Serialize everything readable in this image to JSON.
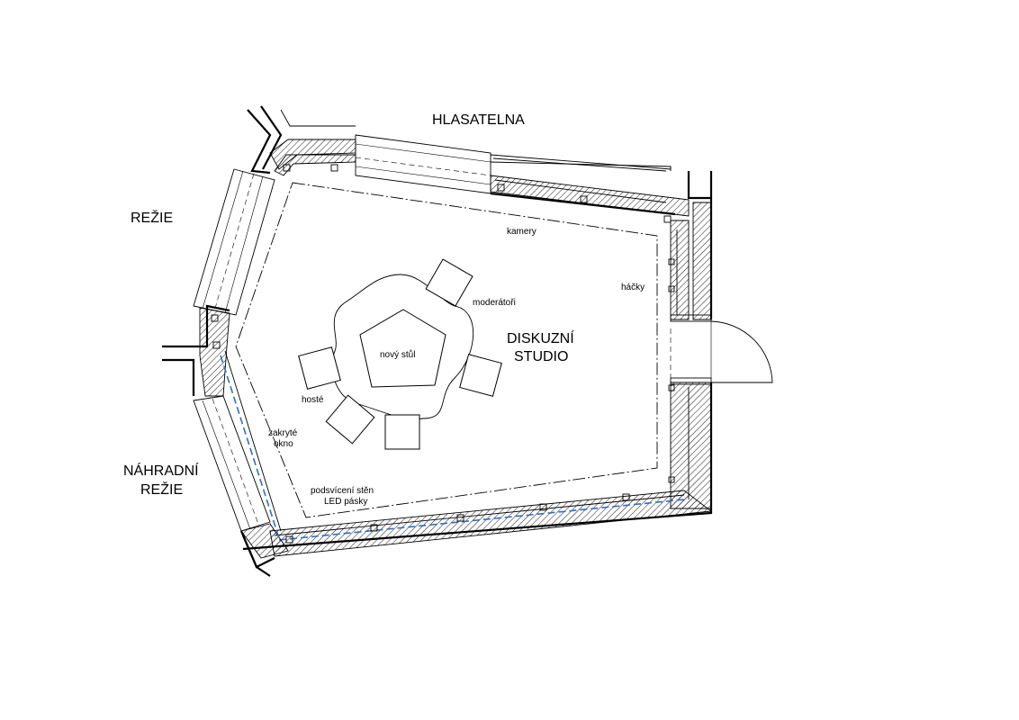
{
  "rooms": {
    "hlasatelna": "HLASATELNA",
    "rezie": "REŽIE",
    "nahradni_rezie_line1": "NÁHRADNÍ",
    "nahradni_rezie_line2": "REŽIE",
    "studio_line1": "DISKUZNÍ",
    "studio_line2": "STUDIO"
  },
  "notes": {
    "kamery": "kamery",
    "hacky": "háčky",
    "moderatori": "moderátoři",
    "novy_stul": "nový stůl",
    "hoste": "hosté",
    "zakryte_okno_line1": "zakryté",
    "zakryte_okno_line2": "okno",
    "led_line1": "podsvícení stěn",
    "led_line2": "LED pásky"
  },
  "colors": {
    "led_strip": "#2f6fc4",
    "lines": "#000000"
  }
}
